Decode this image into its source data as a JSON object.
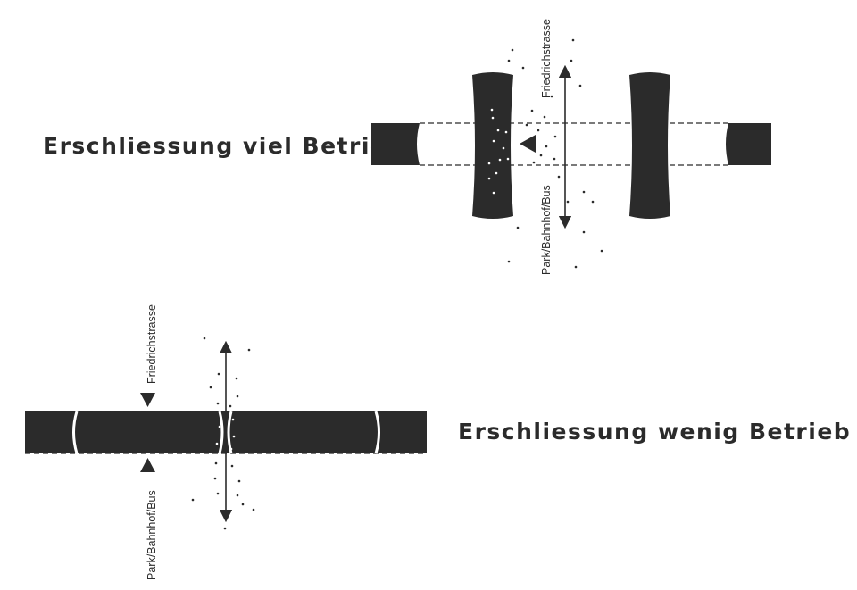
{
  "top": {
    "heading": "Erschliessung viel Betrieb",
    "label_north": "Friedrichstrasse",
    "label_south": "Park/Bahnhof/Bus"
  },
  "bottom": {
    "heading": "Erschliessung wenig Betrieb",
    "label_north": "Friedrichstrasse",
    "label_south": "Park/Bahnhof/Bus"
  },
  "colors": {
    "fill": "#2b2b2b",
    "background": "#ffffff"
  }
}
